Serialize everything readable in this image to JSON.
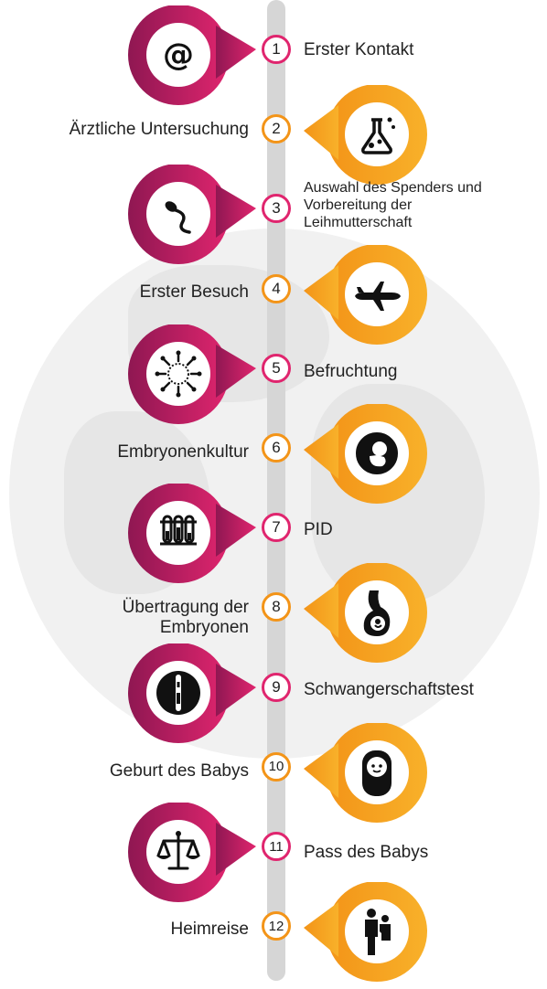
{
  "diagram": {
    "steps": [
      {
        "num": "1",
        "label": "Erster Kontakt",
        "side": "right",
        "icon": "at-sign-icon",
        "color": "pink"
      },
      {
        "num": "2",
        "label": "Ärztliche Untersuchung",
        "side": "left",
        "icon": "flask-icon",
        "color": "orange"
      },
      {
        "num": "3",
        "label": "Auswahl des Spenders und\nVorbereitung der\nLeihmutterschaft",
        "side": "right",
        "icon": "sperm-icon",
        "color": "pink"
      },
      {
        "num": "4",
        "label": "Erster Besuch",
        "side": "left",
        "icon": "airplane-icon",
        "color": "orange"
      },
      {
        "num": "5",
        "label": "Befruchtung",
        "side": "right",
        "icon": "fertilization-icon",
        "color": "pink"
      },
      {
        "num": "6",
        "label": "Embryonenkultur",
        "side": "left",
        "icon": "embryo-icon",
        "color": "orange"
      },
      {
        "num": "7",
        "label": "PID",
        "side": "right",
        "icon": "test-tubes-icon",
        "color": "pink"
      },
      {
        "num": "8",
        "label": "Übertragung der\nEmbryonen",
        "side": "left",
        "icon": "pregnancy-icon",
        "color": "orange"
      },
      {
        "num": "9",
        "label": "Schwangerschaftstest",
        "side": "right",
        "icon": "pregnancy-test-icon",
        "color": "pink"
      },
      {
        "num": "10",
        "label": "Geburt des Babys",
        "side": "left",
        "icon": "baby-icon",
        "color": "orange"
      },
      {
        "num": "11",
        "label": "Pass des Babys",
        "side": "right",
        "icon": "scales-icon",
        "color": "pink"
      },
      {
        "num": "12",
        "label": "Heimreise",
        "side": "left",
        "icon": "parent-child-icon",
        "color": "orange"
      }
    ]
  },
  "colors": {
    "pink": "#e0256e",
    "pink_dark": "#8f1752",
    "orange": "#f39418",
    "orange_light": "#f8b12a",
    "axis": "#d6d6d6"
  }
}
